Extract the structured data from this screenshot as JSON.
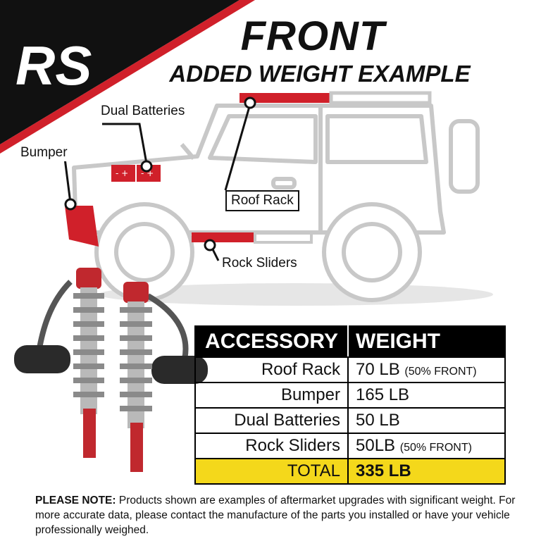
{
  "brand": {
    "logo_text": "RS"
  },
  "title": {
    "main": "FRONT",
    "sub": "ADDED WEIGHT EXAMPLE"
  },
  "callouts": {
    "dual_batteries": "Dual Batteries",
    "bumper": "Bumper",
    "roof_rack": "Roof Rack",
    "rock_sliders": "Rock Sliders"
  },
  "table": {
    "headers": [
      "ACCESSORY",
      "WEIGHT"
    ],
    "rows": [
      {
        "name": "Roof Rack",
        "value": "70 LB",
        "note": "(50% FRONT)"
      },
      {
        "name": "Bumper",
        "value": "165 LB",
        "note": ""
      },
      {
        "name": "Dual Batteries",
        "value": "50 LB",
        "note": ""
      },
      {
        "name": "Rock Sliders",
        "value": "50LB",
        "note": "(50% FRONT)"
      }
    ],
    "total": {
      "name": "TOTAL",
      "value": "335 LB"
    }
  },
  "note": {
    "lead": "PLEASE NOTE:",
    "text": " Products shown are examples of aftermarket upgrades with significant weight. For more accurate data, please contact the manufacture of the parts you installed or have your vehicle professionally weighed."
  },
  "colors": {
    "accent": "#d0202a",
    "highlight": "#f4d81b",
    "outline": "#c8c8c8"
  }
}
